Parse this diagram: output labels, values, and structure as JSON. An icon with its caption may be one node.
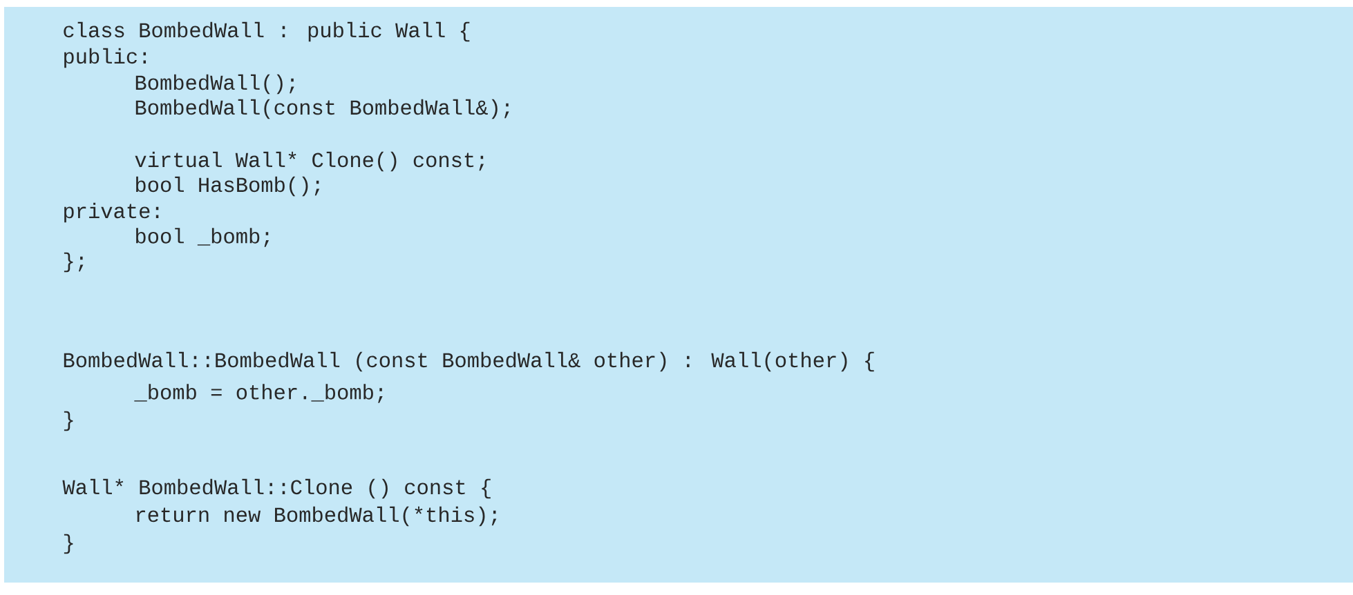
{
  "diagram": {
    "labels": [
      "class BombedWall : public Wall {",
      "public:",
      "BombedWall();",
      "BombedWall(const BombedWall&);",
      "virtual Wall* Clone() const;",
      "bool HasBomb();",
      "private:",
      "bool _bomb;",
      "};",
      "BombedWall::BombedWall (const BombedWall& other) : Wall(other) {",
      "_bomb = other._bomb;",
      "}",
      "Wall* BombedWall::Clone () const {",
      "return new BombedWall(*this);",
      "}"
    ]
  }
}
